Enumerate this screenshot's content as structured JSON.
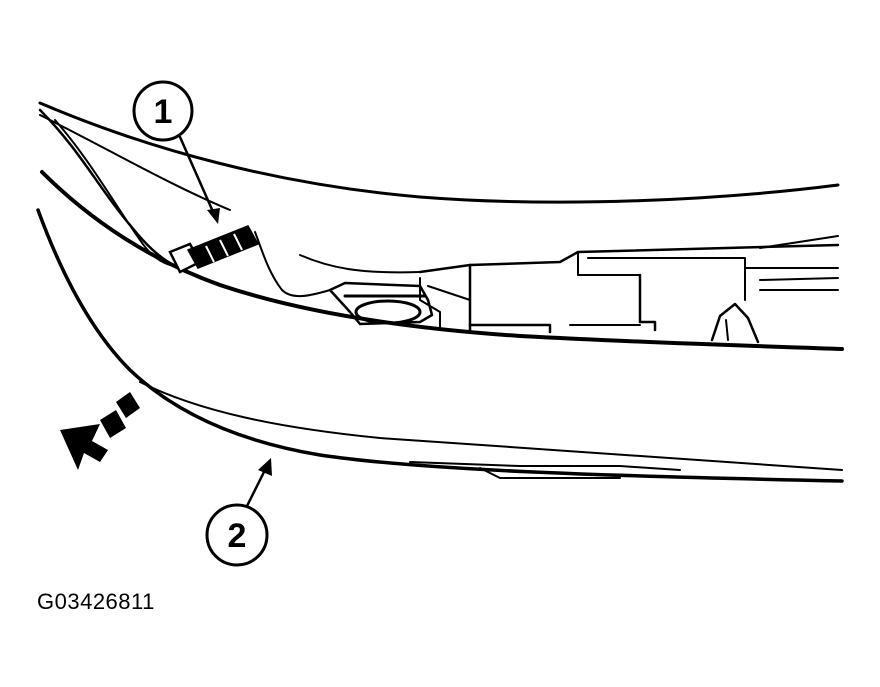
{
  "callouts": [
    {
      "number": "1"
    },
    {
      "number": "2"
    }
  ],
  "figure_id": "G03426811",
  "icons": [
    "callout-circle-icon",
    "leader-arrow-icon",
    "removal-direction-arrow-icon",
    "bolt-icon",
    "clip-icon"
  ],
  "colors": {
    "line": "#000000",
    "background": "#ffffff"
  }
}
